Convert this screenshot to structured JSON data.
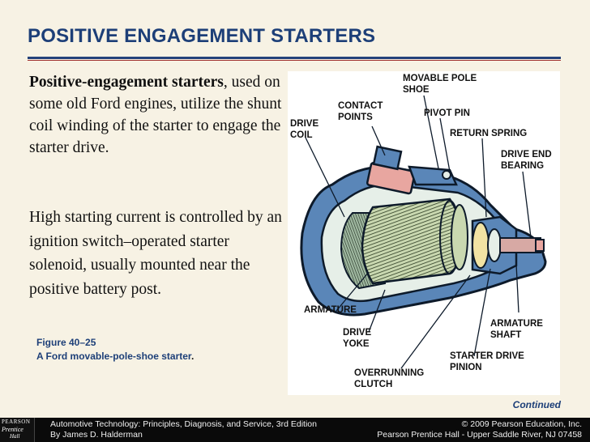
{
  "title": "POSITIVE ENGAGEMENT STARTERS",
  "paragraph1": {
    "bold": "Positive-engagement starters",
    "rest": ", used on some old Ford engines, utilize the shunt coil winding of the starter to engage the starter drive."
  },
  "paragraph2": "High starting current is controlled by an ignition switch–operated starter solenoid, usually mounted near the positive battery post.",
  "caption": {
    "figure": "Figure 40–25",
    "text": "A Ford movable-pole-shoe starter",
    "period": "."
  },
  "labels": {
    "movable_pole_shoe_1": "MOVABLE POLE",
    "movable_pole_shoe_2": "SHOE",
    "contact_points_1": "CONTACT",
    "contact_points_2": "POINTS",
    "pivot_pin": "PIVOT PIN",
    "drive_coil_1": "DRIVE",
    "drive_coil_2": "COIL",
    "return_spring": "RETURN SPRING",
    "drive_end_bearing_1": "DRIVE END",
    "drive_end_bearing_2": "BEARING",
    "armature": "ARMATURE",
    "drive_yoke_1": "DRIVE",
    "drive_yoke_2": "YOKE",
    "armature_shaft_1": "ARMATURE",
    "armature_shaft_2": "SHAFT",
    "starter_drive_pinion_1": "STARTER DRIVE",
    "starter_drive_pinion_2": "PINION",
    "overrunning_clutch_1": "OVERRUNNING",
    "overrunning_clutch_2": "CLUTCH"
  },
  "continued": "Continued",
  "footer": {
    "logo_top": "PEARSON",
    "logo_mid": "Prentice",
    "logo_bot": "Hall",
    "left_line1": "Automotive Technology: Principles, Diagnosis, and Service, 3rd Edition",
    "left_line2": "By James D. Halderman",
    "right_line1": "© 2009 Pearson Education, Inc.",
    "right_line2": "Pearson Prentice Hall - Upper Saddle River, NJ 07458"
  }
}
